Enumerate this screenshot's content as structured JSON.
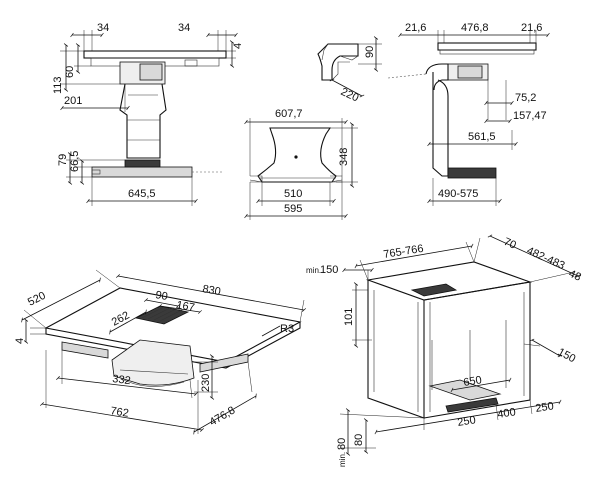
{
  "side_view": {
    "top_left_width": "34",
    "top_right_width": "34",
    "right_thickness": "4",
    "overall_height": "113",
    "body_height": "60",
    "duct_offset": "201",
    "base_height_a": "79",
    "base_height_b": "66,5",
    "base_width": "645,5"
  },
  "front_duct": {
    "top_width": "607,7",
    "height": "348",
    "inner_width": "510",
    "outer_width": "595"
  },
  "elbow": {
    "height": "90",
    "depth": "220"
  },
  "right_view": {
    "left_margin": "21,6",
    "center_width": "476,8",
    "right_margin": "21,6",
    "offset_a": "75,2",
    "offset_b": "157,47",
    "duct_reach": "561,5",
    "duct_range": "490-575"
  },
  "hob_view": {
    "width": "830",
    "depth": "520",
    "vent_width": "90",
    "vent_length": "167",
    "vent_offset": "262",
    "radius": "R3",
    "thickness": "4",
    "motor_width": "332",
    "motor_height": "230",
    "cutout_width": "762",
    "cutout_depth": "476,8"
  },
  "cabinet_view": {
    "min_clearance_label": "min.",
    "min_clearance_value": "150",
    "cutout_width": "765-766",
    "back_gap": "70",
    "cutout_depth": "482-483",
    "front_gap": "48",
    "top_panel": "101",
    "side_gap": "150",
    "plinth_opening": "650",
    "plinth_left": "250",
    "plinth_mid": "400",
    "plinth_right": "250",
    "plinth_label_min": "min.",
    "plinth_height_min": "80",
    "plinth_height": "80"
  }
}
